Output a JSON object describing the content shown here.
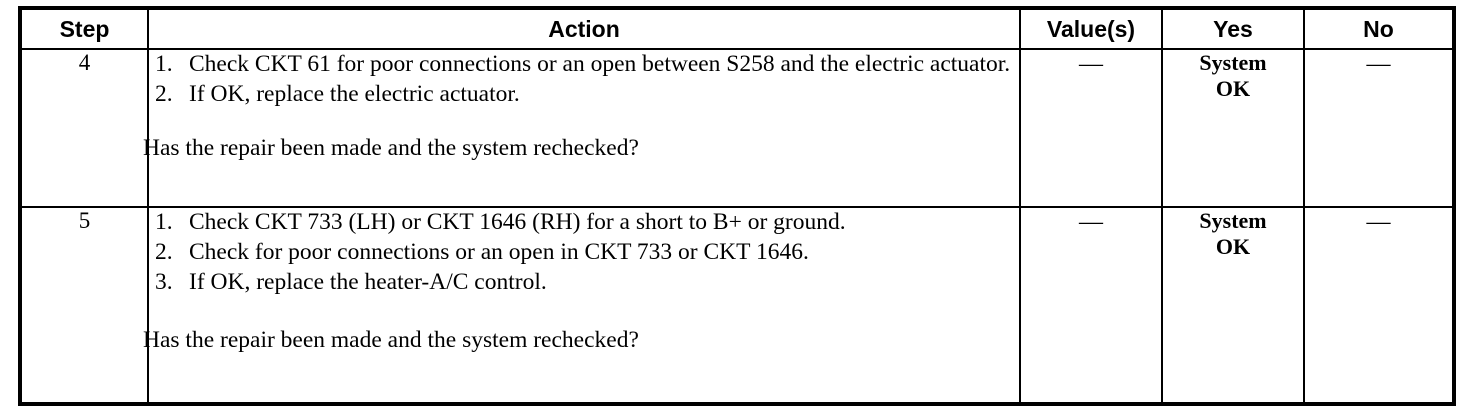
{
  "table": {
    "columns": [
      {
        "key": "step",
        "label": "Step"
      },
      {
        "key": "action",
        "label": "Action"
      },
      {
        "key": "value",
        "label": "Value(s)"
      },
      {
        "key": "yes",
        "label": "Yes"
      },
      {
        "key": "no",
        "label": "No"
      }
    ],
    "rows": [
      {
        "step": "4",
        "actions": [
          {
            "num": "1.",
            "text": "Check CKT 61 for poor connections or an open between S258 and the electric actuator."
          },
          {
            "num": "2.",
            "text": "If OK, replace the electric actuator."
          }
        ],
        "question": "Has the repair been made and the system rechecked?",
        "value": "—",
        "yes_line1": "System",
        "yes_line2": "OK",
        "no": "—"
      },
      {
        "step": "5",
        "actions": [
          {
            "num": "1.",
            "text": "Check CKT 733 (LH) or CKT 1646 (RH) for a short to B+ or ground."
          },
          {
            "num": "2.",
            "text": "Check for poor connections or an open in CKT 733 or CKT 1646."
          },
          {
            "num": "3.",
            "text": "If OK, replace the heater-A/C control."
          }
        ],
        "question": "Has the repair been made and the system rechecked?",
        "value": "—",
        "yes_line1": "System",
        "yes_line2": "OK",
        "no": "—"
      }
    ]
  },
  "colors": {
    "border": "#000000",
    "text": "#000000",
    "background": "#ffffff"
  }
}
